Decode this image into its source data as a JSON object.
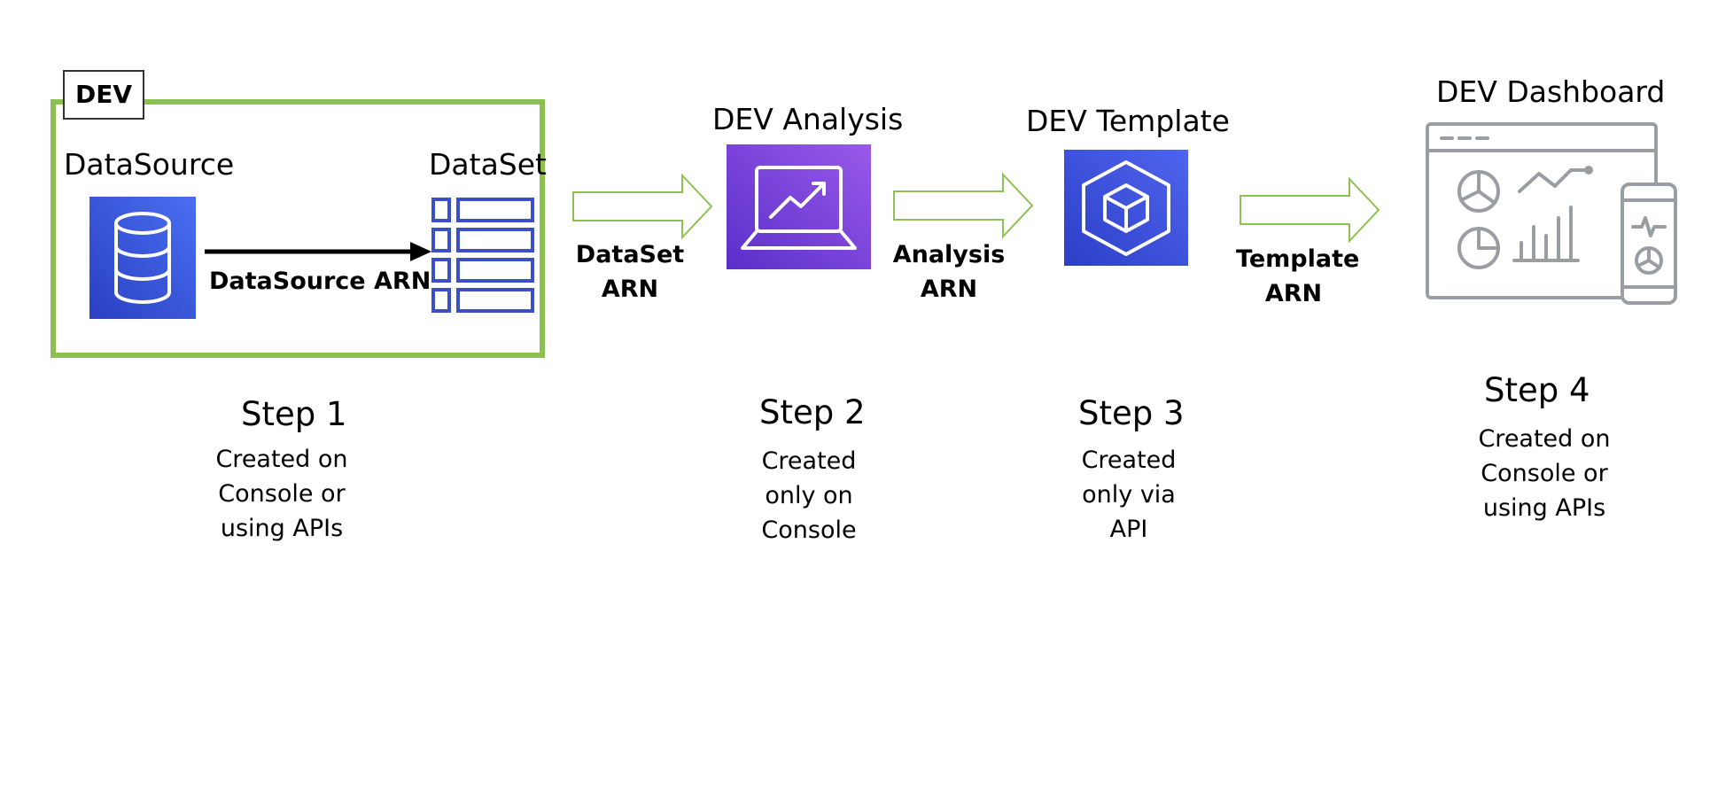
{
  "environment": {
    "tag": "DEV"
  },
  "nodes": {
    "datasource": {
      "title": "DataSource"
    },
    "dataset": {
      "title": "DataSet"
    },
    "analysis": {
      "title": "DEV Analysis"
    },
    "template": {
      "title": "DEV Template"
    },
    "dashboard": {
      "title": "DEV Dashboard"
    }
  },
  "connectors": {
    "datasource_arn": "DataSource ARN",
    "dataset_arn": [
      "DataSet",
      "ARN"
    ],
    "analysis_arn": [
      "Analysis",
      "ARN"
    ],
    "template_arn": [
      "Template",
      "ARN"
    ]
  },
  "steps": [
    {
      "label": "Step 1",
      "description": [
        "Created on",
        "Console or",
        "using APIs"
      ]
    },
    {
      "label": "Step 2",
      "description": [
        "Created",
        "only on",
        "Console"
      ]
    },
    {
      "label": "Step 3",
      "description": [
        "Created",
        "only via",
        "API"
      ]
    },
    {
      "label": "Step 4",
      "description": [
        "Created on",
        "Console or",
        "using APIs"
      ]
    }
  ],
  "colors": {
    "frame_green": "#8cc152",
    "database_blue": "#2f4bd0",
    "analysis_purple": "#7b3fd9",
    "template_blue": "#3b48cc",
    "dashboard_gray": "#9a9ea3"
  }
}
